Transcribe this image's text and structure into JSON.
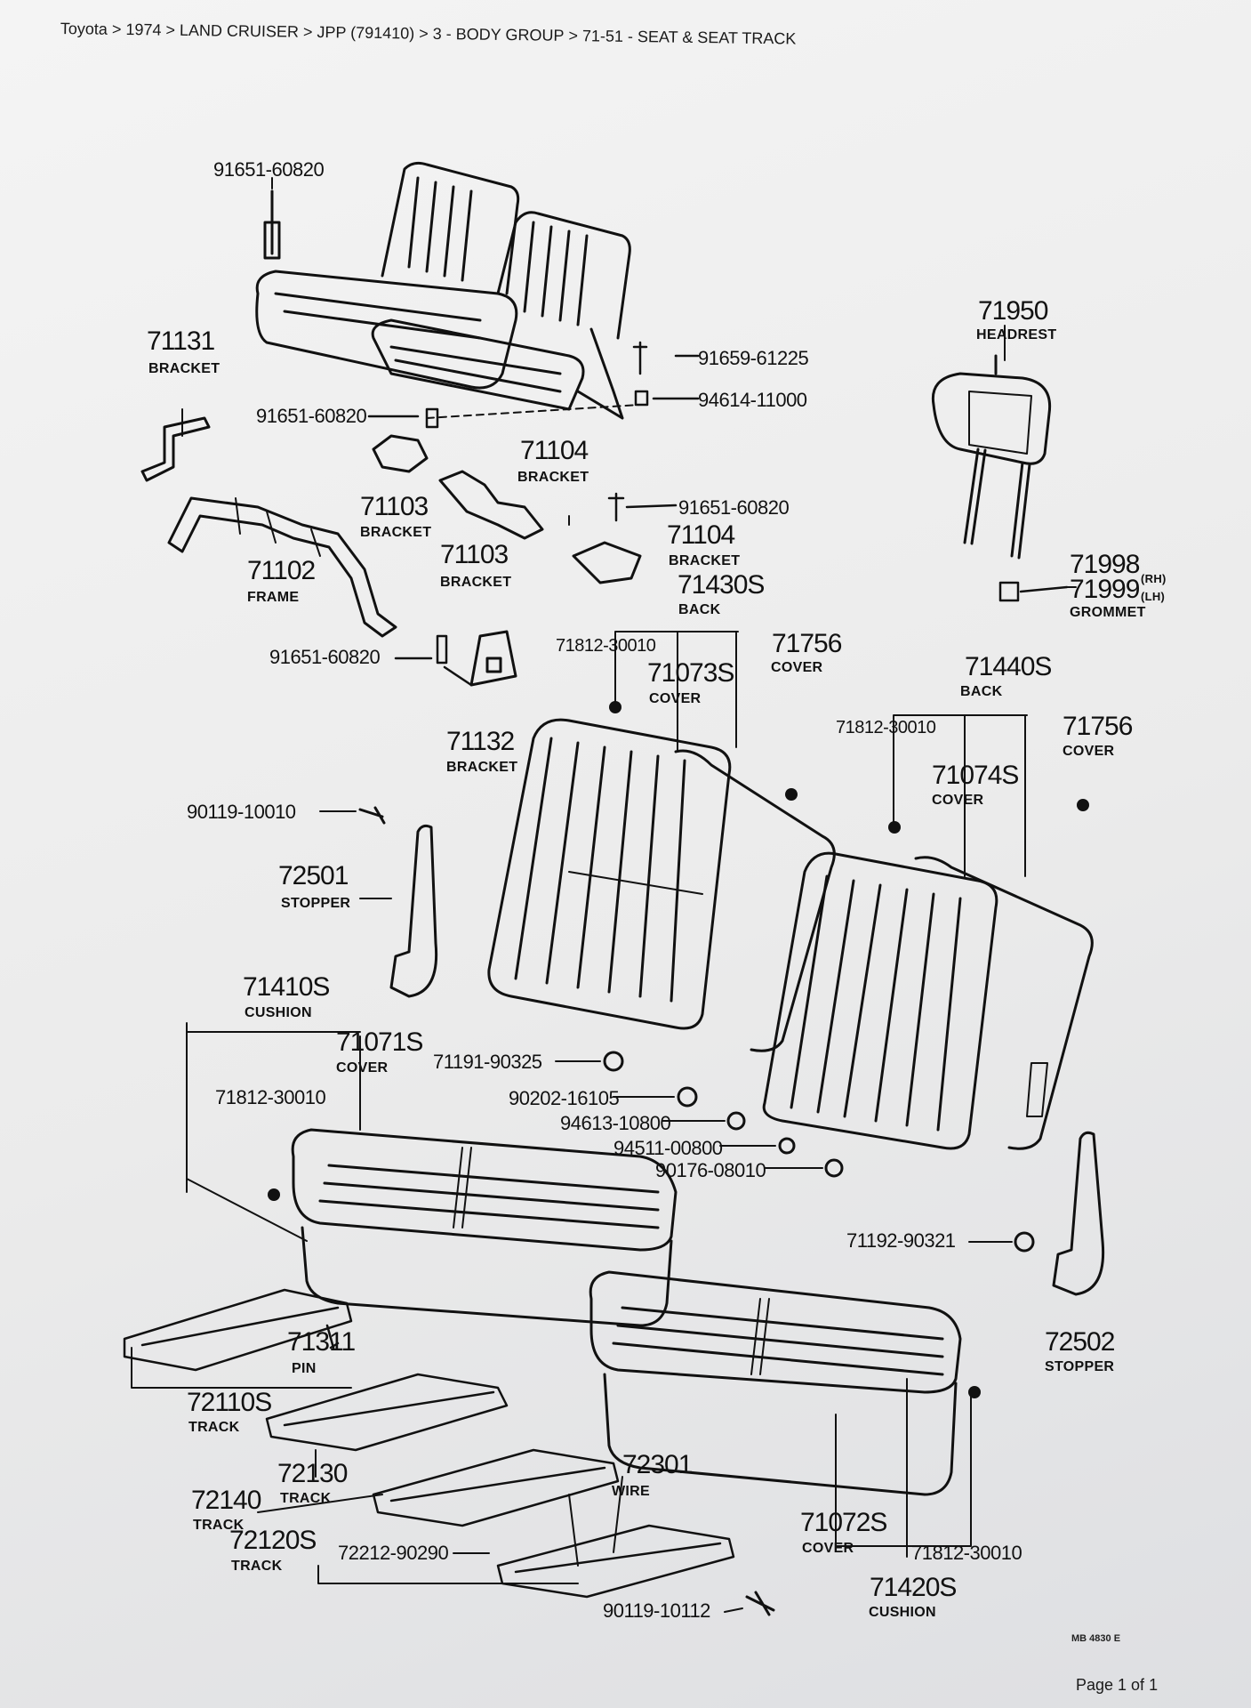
{
  "breadcrumb": [
    "Toyota",
    "1974",
    "LAND CRUISER",
    "JPP (791410)",
    "3 - BODY GROUP",
    "71-51 - SEAT & SEAT TRACK"
  ],
  "footer": {
    "page_label": "Page 1 of 1",
    "stamp": "MB 4830 E"
  },
  "parts": {
    "p91651_top": "91651-60820",
    "p71131": "71131",
    "p71131_name": "BRACKET",
    "p91651_mid": "91651-60820",
    "p91659": "91659-61225",
    "p94614": "94614-11000",
    "p71104_a": "71104",
    "p71104_a_name": "BRACKET",
    "p71103_a": "71103",
    "p71103_a_name": "BRACKET",
    "p91651_c": "91651-60820",
    "p71104_b": "71104",
    "p71104_b_name": "BRACKET",
    "p71102": "71102",
    "p71102_name": "FRAME",
    "p71103_b": "71103",
    "p71103_b_name": "BRACKET",
    "p71430s": "71430S",
    "p71430s_name": "BACK",
    "p71950": "71950",
    "p71950_name": "HEADREST",
    "p71998": "71998",
    "p71998_side": "(RH)",
    "p71999": "71999",
    "p71999_side": "(LH)",
    "p_grommet_name": "GROMMET",
    "p91651_d": "91651-60820",
    "p71812_a": "71812-30010",
    "p71756_a": "71756",
    "p71756_a_name": "COVER",
    "p71073s": "71073S",
    "p71073s_name": "COVER",
    "p71440s": "71440S",
    "p71440s_name": "BACK",
    "p71132": "71132",
    "p71132_name": "BRACKET",
    "p71812_b": "71812-30010",
    "p71756_b": "71756",
    "p71756_b_name": "COVER",
    "p71074s": "71074S",
    "p71074s_name": "COVER",
    "p90119_a": "90119-10010",
    "p72501": "72501",
    "p72501_name": "STOPPER",
    "p71410s": "71410S",
    "p71410s_name": "CUSHION",
    "p71071s": "71071S",
    "p71071s_name": "COVER",
    "p71191": "71191-90325",
    "p71812_c": "71812-30010",
    "p90202": "90202-16105",
    "p94613": "94613-10800",
    "p94511": "94511-00800",
    "p90176": "90176-08010",
    "p71192": "71192-90321",
    "p71311": "71311",
    "p71311_name": "PIN",
    "p72502": "72502",
    "p72502_name": "STOPPER",
    "p72110s": "72110S",
    "p72110s_name": "TRACK",
    "p72130": "72130",
    "p72130_name": "TRACK",
    "p72301": "72301",
    "p72301_name": "WIRE",
    "p72140": "72140",
    "p72140_name": "TRACK",
    "p72120s": "72120S",
    "p72120s_name": "TRACK",
    "p72212": "72212-90290",
    "p71072s": "71072S",
    "p71072s_name": "COVER",
    "p71812_d": "71812-30010",
    "p71420s": "71420S",
    "p71420s_name": "CUSHION",
    "p90119_b": "90119-10112"
  }
}
